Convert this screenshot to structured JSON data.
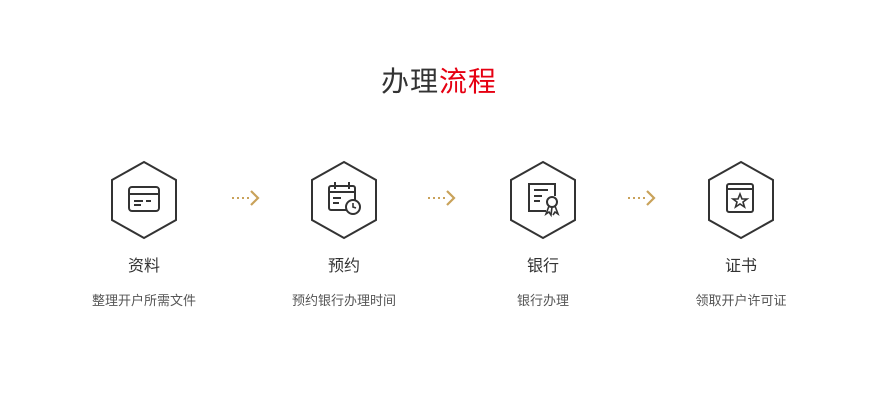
{
  "header": {
    "title_plain": "办理",
    "title_accent": "流程",
    "accent_color": "#e60012"
  },
  "colors": {
    "arrow": "#c9a25a",
    "icon_stroke": "#333333"
  },
  "steps": [
    {
      "icon": "card-icon",
      "title": "资料",
      "desc": "整理开户所需文件"
    },
    {
      "icon": "calendar-clock-icon",
      "title": "预约",
      "desc": "预约银行办理时间"
    },
    {
      "icon": "certificate-icon",
      "title": "银行",
      "desc": "银行办理"
    },
    {
      "icon": "star-book-icon",
      "title": "证书",
      "desc": "领取开户许可证"
    }
  ]
}
